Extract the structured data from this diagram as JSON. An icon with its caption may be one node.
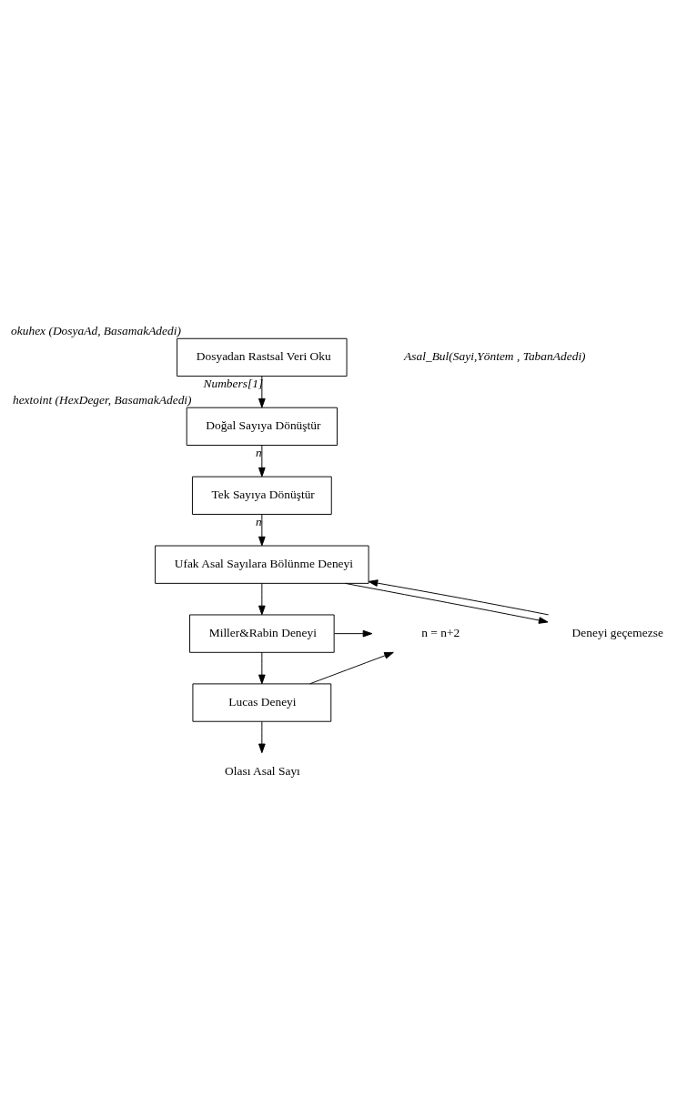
{
  "diagram": {
    "nodes": [
      {
        "text": [
          "Dosyadan Rastsal Veri Oku"
        ],
        "beside": [
          "okuhex (DosyaAd, BasamakAdedi)"
        ]
      },
      {
        "text": [
          "Doğal Sayıya Dönüştür"
        ],
        "beside": [
          "hextoint (HexDeger, BasamakAdedi)"
        ]
      },
      {
        "text": [
          "Tek Sayıya Dönüştür"
        ]
      },
      {
        "text": [
          "Ufak Asal Sayılara Bölünme Deneyi"
        ]
      },
      {
        "text": [
          "Miller&Rabin Deneyi"
        ]
      },
      {
        "text": [
          "Lucas Deneyi"
        ]
      },
      {
        "text": [
          "Deneyi geçemezse"
        ]
      },
      {
        "text": [
          "n = n+2"
        ]
      },
      {
        "text": [
          "Olası Asal Sayı"
        ]
      }
    ],
    "edges": [
      {
        "from": 0,
        "to": 1,
        "arrow": "to",
        "label": "Numbers[1]"
      },
      {
        "from": 1,
        "to": 2,
        "arrow": "to",
        "label": "n"
      },
      {
        "from": 2,
        "to": 3,
        "arrow": "to",
        "label": "n"
      },
      {
        "from": 3,
        "to": 6,
        "arrow": "to"
      },
      {
        "from": 6,
        "to": 3,
        "arrow": "to"
      },
      {
        "from": 3,
        "to": 4,
        "arrow": "to"
      },
      {
        "from": 4,
        "to": 7,
        "arrow": "to"
      },
      {
        "from": 4,
        "to": 5,
        "arrow": "to"
      },
      {
        "from": 5,
        "to": 7,
        "arrow": "to"
      },
      {
        "from": 5,
        "to": 8,
        "arrow": "to"
      }
    ],
    "labels": [
      "Asal_Bul(Sayi,Yöntem , TabanAdedi)"
    ]
  }
}
